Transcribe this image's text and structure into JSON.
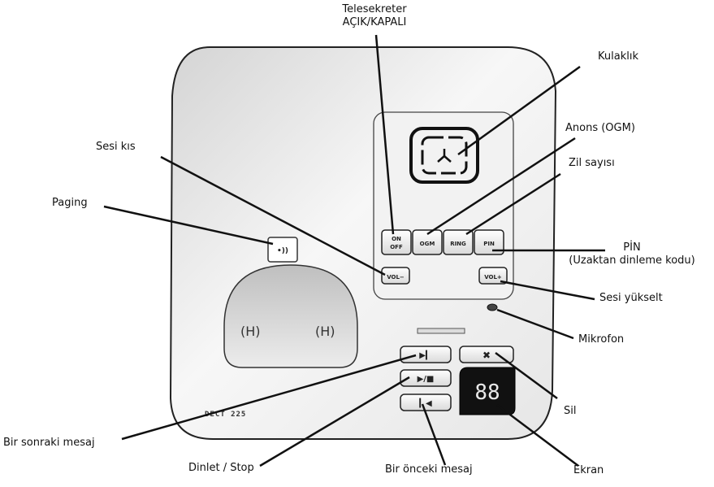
{
  "device": {
    "model": "DECT 225",
    "display_digits": "88",
    "buttons": {
      "on_off_line1": "ON",
      "on_off_line2": "OFF",
      "ogm": "OGM",
      "ring": "RING",
      "pin": "PIN",
      "vol_minus": "VOL−",
      "vol_plus": "VOL+",
      "page": "•))",
      "next": "▶▎",
      "play_stop": "▶/■",
      "prev": "▎◀",
      "delete": "✖"
    },
    "cradle_marks": [
      "(H)",
      "(H)"
    ]
  },
  "labels": {
    "tad_on_off_line1": "Telesekreter",
    "tad_on_off_line2": "AÇIK/KAPALI",
    "handset": "Kulaklık",
    "announcement": "Anons (OGM)",
    "volume_down": "Sesi kıs",
    "ring_count": "Zil sayısı",
    "paging": "Paging",
    "pin_line1": "PİN",
    "pin_line2": "(Uzaktan dinleme kodu)",
    "volume_up": "Sesi yükselt",
    "microphone": "Mikrofon",
    "delete": "Sil",
    "next_message": "Bir sonraki mesaj",
    "play_stop": "Dinlet / Stop",
    "previous_message": "Bir önceki mesaj",
    "display": "Ekran"
  }
}
